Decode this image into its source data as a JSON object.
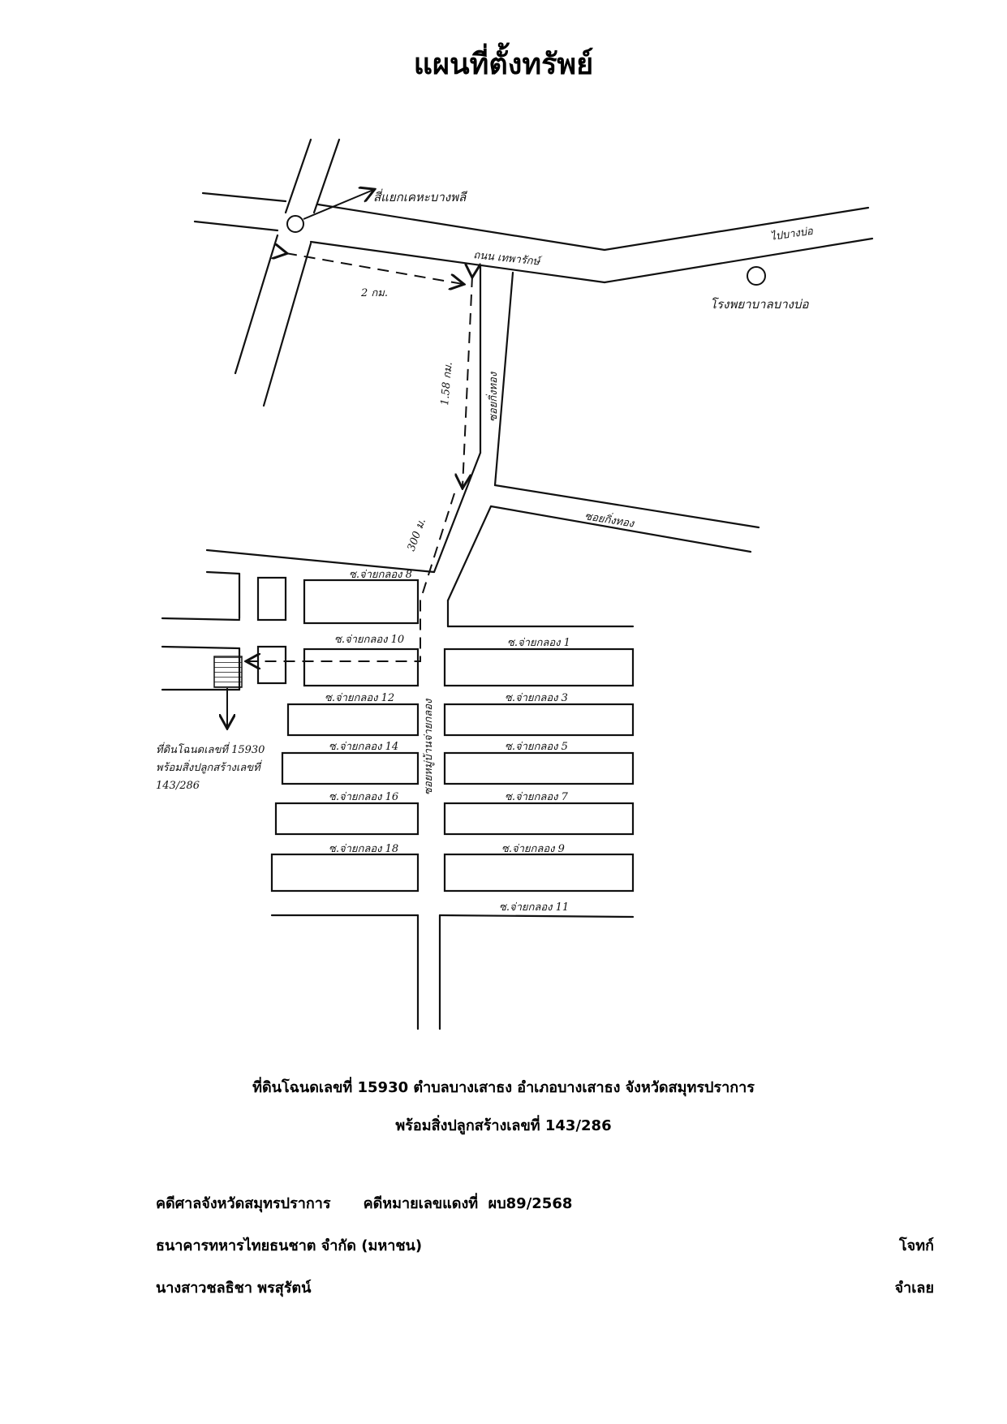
{
  "title": "แผนที่ตั้งทรัพย์",
  "map": {
    "labels": {
      "intersection": "สี่แยกเคหะบางพลี",
      "main_road": "ถนน เทพารักษ์",
      "top_right_road": "ไปบางบ่อ",
      "hospital": "โรงพยาบาลบางบ่อ",
      "dist_2km": "2 กม.",
      "dist_158km": "1.58 กม.",
      "dist_300m": "300 ม.",
      "soi_vertical": "ซอยกิ่งทอง",
      "soi_right": "ซอยกิ่งทอง",
      "soi_center": "ซอยหมู่บ้านจ่ายกลอง",
      "property_note_1": "ที่ดินโฉนดเลขที่ 15930",
      "property_note_2": "พร้อมสิ่งปลูกสร้างเลขที่",
      "property_note_3": "143/286"
    },
    "sois_left": [
      "ซ.จ่ายกลอง 8",
      "ซ.จ่ายกลอง 10",
      "ซ.จ่ายกลอง 12",
      "ซ.จ่ายกลอง 14",
      "ซ.จ่ายกลอง 16",
      "ซ.จ่ายกลอง 18"
    ],
    "sois_right": [
      "ซ.จ่ายกลอง 1",
      "ซ.จ่ายกลอง 3",
      "ซ.จ่ายกลอง 5",
      "ซ.จ่ายกลอง 7",
      "ซ.จ่ายกลอง 9",
      "ซ.จ่ายกลอง 11"
    ],
    "icons": [
      "circle-marker-icon",
      "arrow-icon",
      "hatched-plot-icon"
    ]
  },
  "caption": {
    "line1": "ที่ดินโฉนดเลขที่ 15930 ตำบลบางเสาธง อำเภอบางเสาธง จังหวัดสมุทรปราการ",
    "line2": "พร้อมสิ่งปลูกสร้างเลขที่ 143/286"
  },
  "case": {
    "court": "คดีศาลจังหวัดสมุทรปราการ",
    "case_no_label": "คดีหมายเลขแดงที่",
    "case_no": "ผบ89/2568",
    "plaintiff": "ธนาคารทหารไทยธนชาต จำกัด (มหาชน)",
    "plaintiff_role": "โจทก์",
    "defendant": "นางสาวชลธิชา พรสุรัตน์",
    "defendant_role": "จำเลย"
  }
}
